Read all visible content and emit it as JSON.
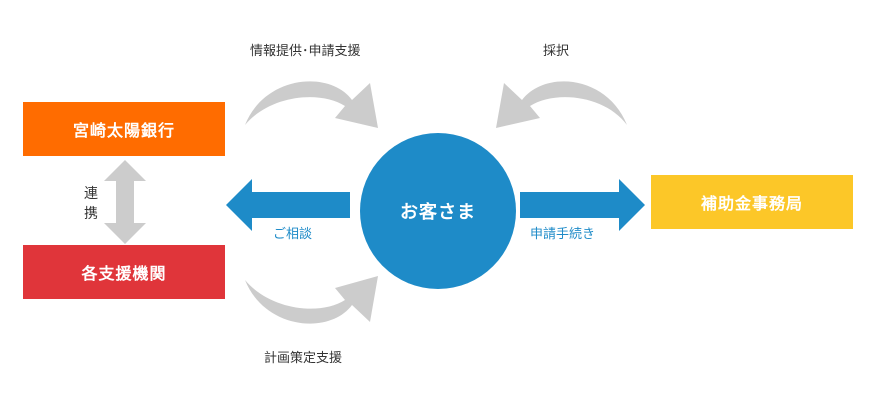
{
  "nodes": {
    "bank": "宮崎太陽銀行",
    "support_orgs": "各支援機関",
    "customer": "お客さま",
    "subsidy_office": "補助金事務局"
  },
  "edges": {
    "collaboration": "連携",
    "info_application_support": "情報提供･申請支援",
    "consultation": "ご相談",
    "plan_support": "計画策定支援",
    "application_procedure": "申請手続き",
    "adoption": "採択"
  },
  "colors": {
    "bank": "#ff6c00",
    "support_orgs": "#e0353a",
    "customer": "#1e8bc8",
    "subsidy_office": "#fcc728",
    "gray_arrow": "#cccccc"
  }
}
